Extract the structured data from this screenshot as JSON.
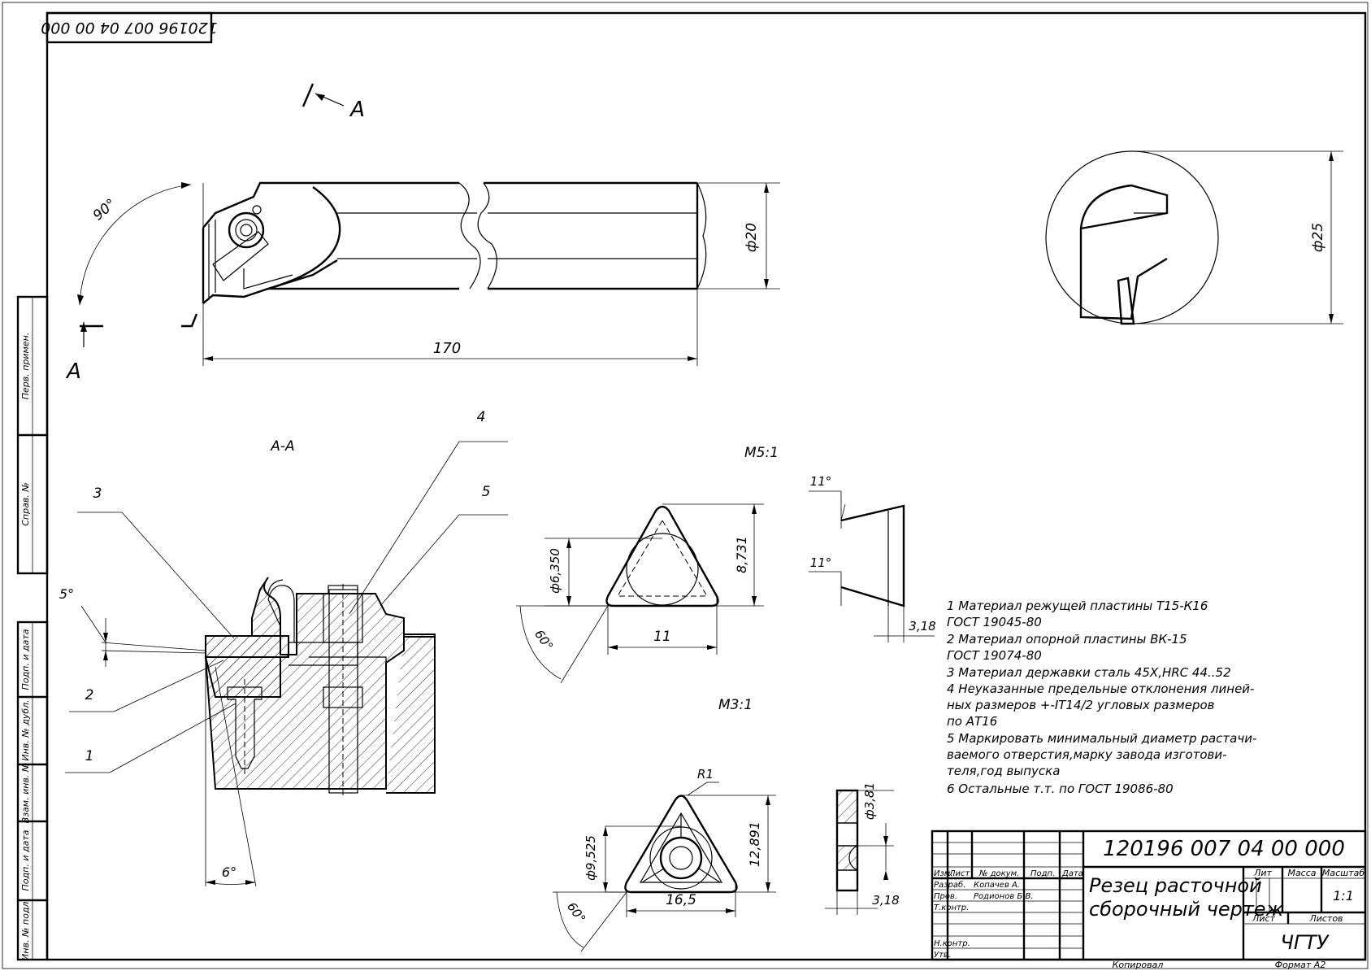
{
  "stamp_code": "120196 007 04 00 000",
  "section_label": "А-А",
  "view_letter": "А",
  "angles": {
    "main": "90°",
    "small": "5°",
    "bottom": "6°",
    "tri1": "60°",
    "tri2": "60°",
    "side_top": "11°",
    "side_bottom": "11°"
  },
  "dimensions": {
    "length": "170",
    "dia_body": "ф20",
    "dia_view": "ф25",
    "tri1_width": "11",
    "tri1_inscribed": "ф6,350",
    "tri1_height": "8,731",
    "tri1_thick": "3,18",
    "tri2_width": "16,5",
    "tri2_inscribed": "ф9,525",
    "tri2_height": "12,891",
    "tri2_radius": "R1",
    "tri2_thick": "3,18",
    "tri2_hole": "ф3,81"
  },
  "scales": {
    "scale1": "М5:1",
    "scale2": "М3:1"
  },
  "callouts": [
    "1",
    "2",
    "3",
    "4",
    "5"
  ],
  "notes": [
    "1  Материал режущей пластины Т15-К16",
    "    ГОСТ 19045-80",
    "2  Материал опорной пластины ВК-15",
    "    ГОСТ 19074-80",
    "3  Материал державки сталь 45Х,HRC 44..52",
    "4  Неуказанные предельные отклонения линей-",
    "    ных размеров +-IT14/2 угловых размеров",
    "    по АТ16",
    "5  Маркировать минимальный диаметр растачи-",
    "    ваемого отверстия,марку завода изготови-",
    "    теля,год выпуска",
    "6  Остальные т.т. по ГОСТ 19086-80"
  ],
  "side_labels": [
    "Перв. примен.",
    "Справ. №",
    "Подп. и дата",
    "Инв. № дубл.",
    "Взам. инв. №",
    "Подп. и дата",
    "Инв. № подл."
  ],
  "title_block": {
    "doc_number": "120196 007 04 00 000",
    "title_line1": "Резец расточной",
    "title_line2": "сборочный чертеж",
    "col_headers": [
      "Изм.",
      "Лист",
      "№ докум.",
      "Подп.",
      "Дата"
    ],
    "roles": [
      "Разраб.",
      "Пров.",
      "Т.контр.",
      "",
      "Н.контр.",
      "Утв."
    ],
    "names": [
      "Копачев А.",
      "Родионов Б.В."
    ],
    "lit_label": "Лит",
    "mass_label": "Масса",
    "scale_label": "Масштаб",
    "scale_value": "1:1",
    "sheet_label": "Лист",
    "sheets_label": "Листов",
    "org": "ЧГТУ",
    "copied": "Копировал",
    "format": "Формат  А2"
  }
}
